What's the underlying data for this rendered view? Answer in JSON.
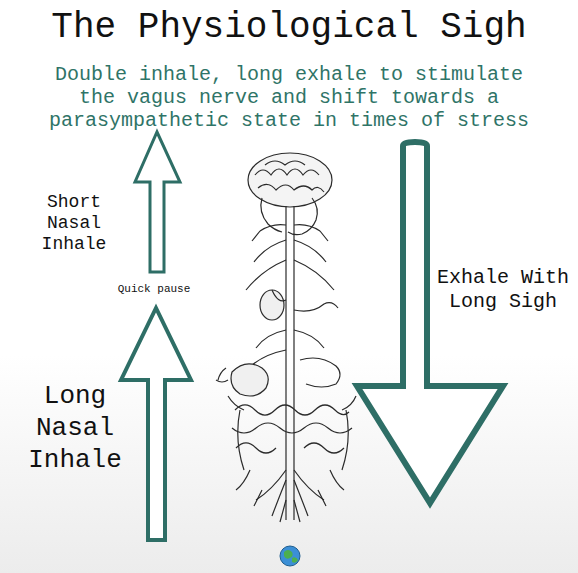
{
  "diagram": {
    "title": "The Physiological Sigh",
    "labels": [
      "Double inhale, long exhale to stimulate the vagus nerve and shift towards a parasympathetic state in times of stress",
      "Short Nasal Inhale",
      "Quick pause",
      "Long Nasal Inhale",
      "Exhale With Long Sigh"
    ]
  }
}
